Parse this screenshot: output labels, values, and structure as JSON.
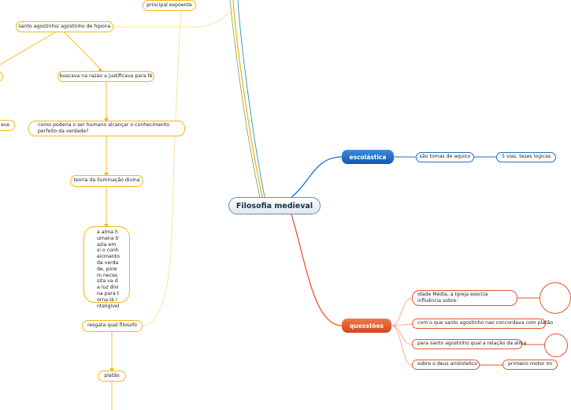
{
  "root": {
    "label": "Filosofia medieval"
  },
  "branches": {
    "escolastica": {
      "label": "escolástica",
      "color": "#1f6fc9",
      "children": [
        "são tomas de aquino",
        "5 vias. teses logicas"
      ]
    },
    "questoes": {
      "label": "quesstões",
      "color": "#e8552a",
      "children": [
        "Idade Média, a Igreja exercia influência sobre:",
        "com o que santo agostinho nao concordava com platão",
        "para santo agostinho qual a relação da alma",
        "sobre o deus aristotelico",
        "primeiro motor im"
      ]
    },
    "patristica": {
      "color": "#f5b718",
      "nodes": {
        "principal": "principal expoente",
        "agostinho": "santo agostinho/ agostinho de hipona",
        "buscava": "buscava na razao a justificava para fé",
        "como": "como poderia o ser humano alcançar o conhecimento perfeito da verdade?",
        "teoria": "teoria da iluminação divina",
        "alma": "a alma humana trazia em si o conheicmento da verdade, porem necessita va da luz divina para torna-lá inteligível",
        "resgata": "resgata qual filosofo",
        "platao": "platão",
        "eus": "eus"
      }
    }
  }
}
